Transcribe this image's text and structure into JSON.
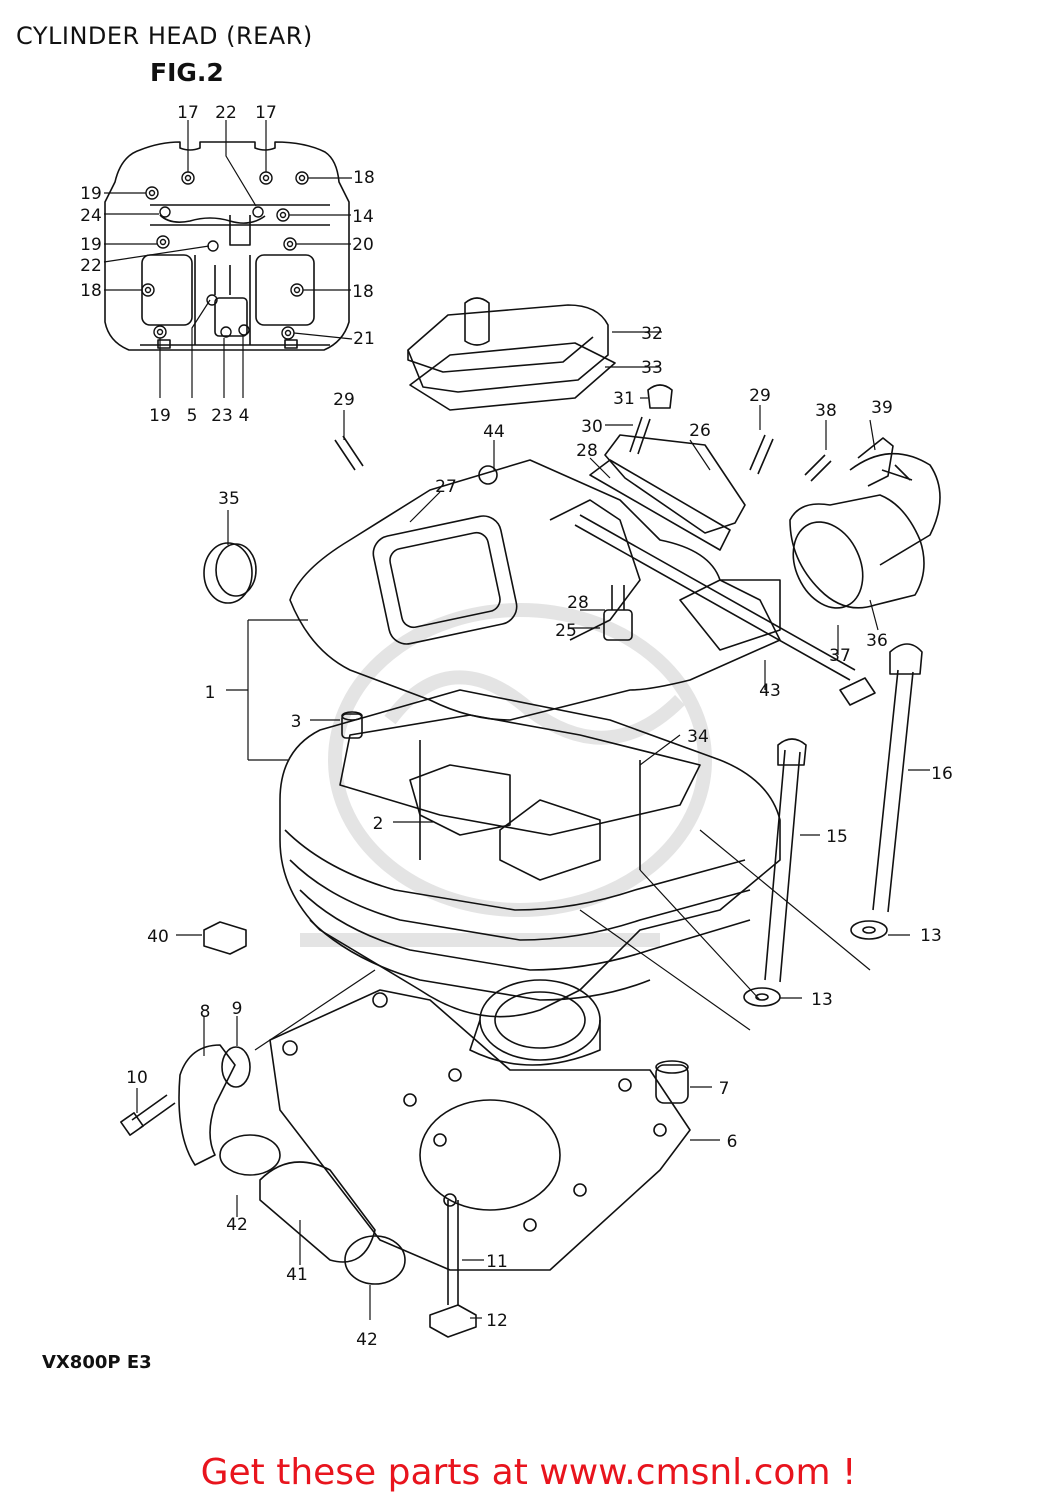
{
  "header": {
    "title": "CYLINDER HEAD (REAR)",
    "figure": "FIG.2"
  },
  "footer": {
    "model_code": "VX800P E3",
    "promo": "Get these parts at www.cmsnl.com !"
  },
  "colors": {
    "ink": "#111111",
    "promo_red": "#e8141d",
    "watermark": "#d9d9d9"
  },
  "inset_callouts": [
    "17",
    "22",
    "17",
    "19",
    "18",
    "24",
    "14",
    "19",
    "20",
    "22",
    "18",
    "18",
    "21",
    "19",
    "5",
    "23",
    "4"
  ],
  "main_callouts": [
    "32",
    "33",
    "31",
    "29",
    "30",
    "26",
    "38",
    "39",
    "28",
    "29",
    "44",
    "27",
    "35",
    "28",
    "25",
    "37",
    "36",
    "1",
    "43",
    "3",
    "34",
    "16",
    "2",
    "15",
    "13",
    "40",
    "13",
    "8",
    "9",
    "10",
    "7",
    "6",
    "42",
    "11",
    "41",
    "12",
    "42"
  ]
}
